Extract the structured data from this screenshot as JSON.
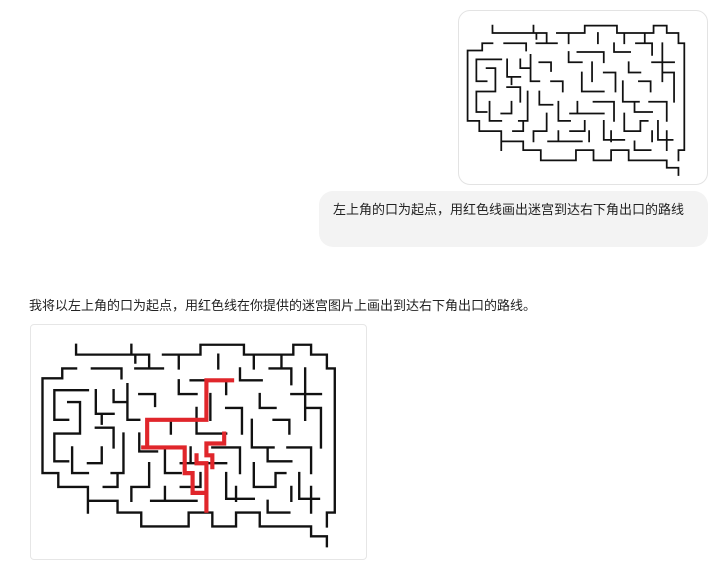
{
  "conversation": {
    "user_message": {
      "image": {
        "alt": "迷宫图片"
      },
      "text": "左上角的口为起点，用红色线画出迷宫到达右下角出口的路线"
    },
    "assistant_message": {
      "text": "我将以左上角的口为起点，用红色线在你提供的迷宫图片上画出到达右下角出口的路线。",
      "image": {
        "alt": "带红色路线的迷宫图片",
        "route_color": "#e0262b"
      }
    }
  },
  "colors": {
    "maze_wall": "#111111",
    "route": "#e0262b",
    "bubble_bg": "#f3f3f3"
  }
}
